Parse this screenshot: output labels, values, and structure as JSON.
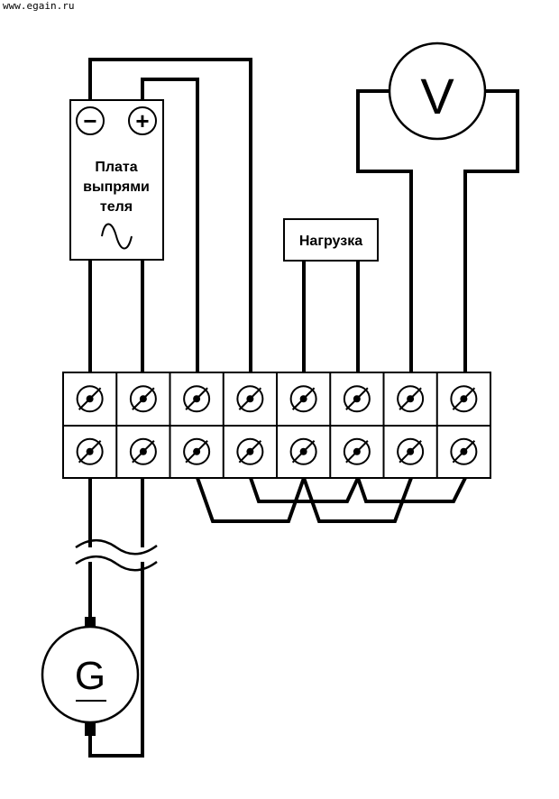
{
  "watermark": "www.egain.ru",
  "rectifier": {
    "line1": "Плата",
    "line2": "выпрями",
    "line3": "теля",
    "minus": "−",
    "plus": "+"
  },
  "load": {
    "label": "Нагрузка"
  },
  "voltmeter": {
    "label": "V"
  },
  "generator": {
    "label": "G"
  },
  "terminal_block": {
    "columns": 8,
    "rows": 2
  },
  "colors": {
    "line": "#000000",
    "background": "#ffffff"
  }
}
